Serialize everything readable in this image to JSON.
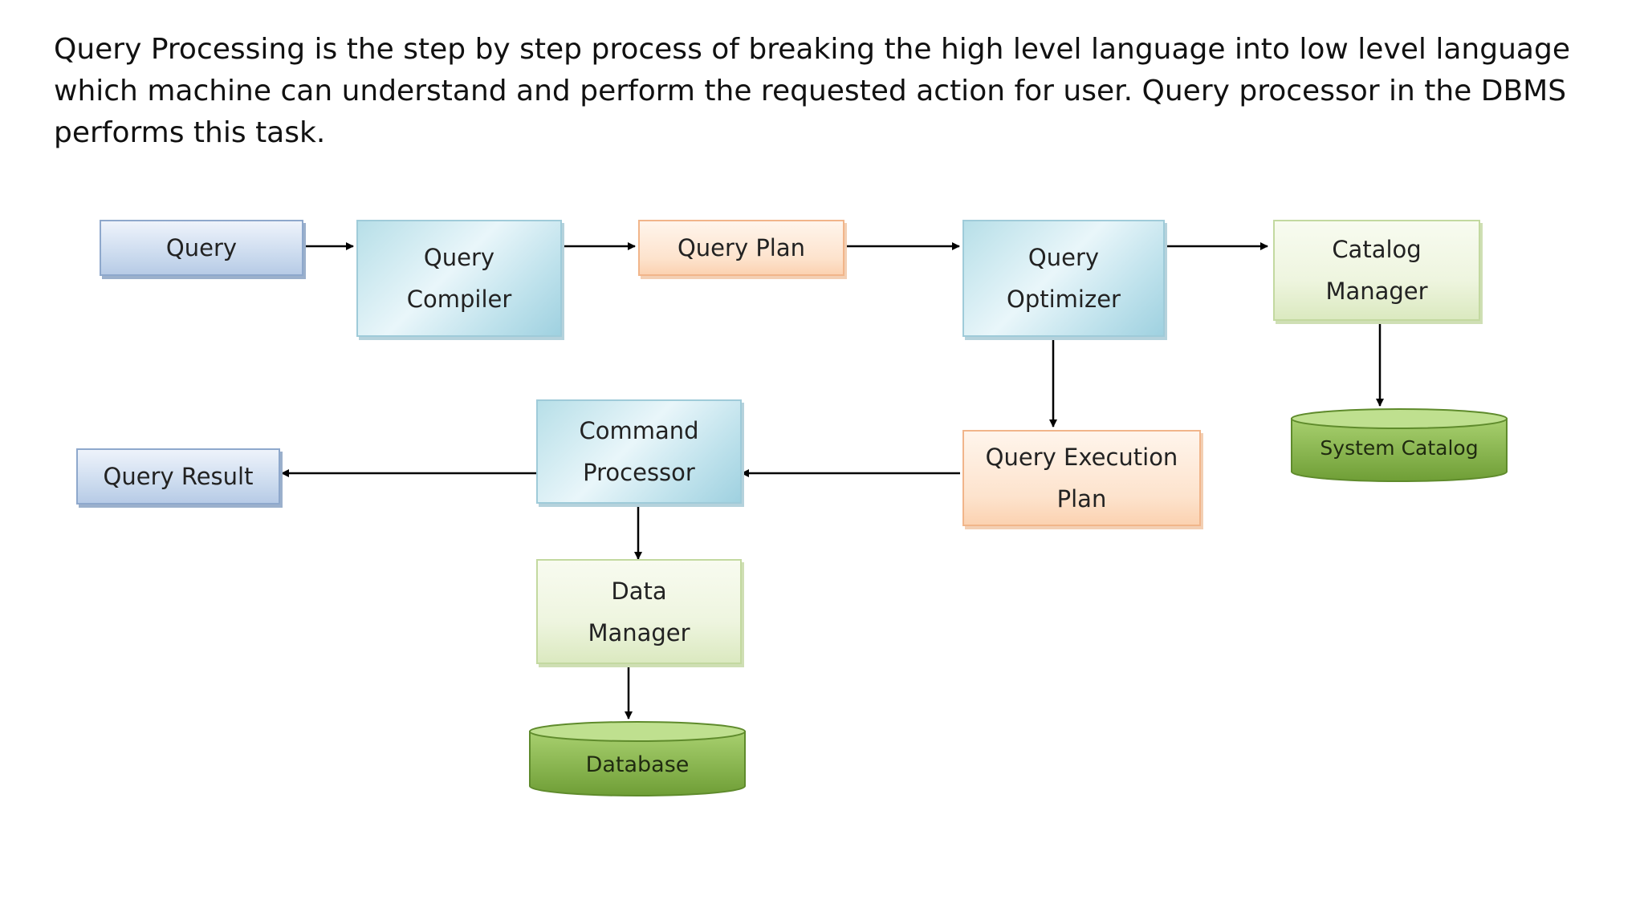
{
  "intro_text": "Query Processing is the step by step process of breaking the high level language into low level language which machine can understand and perform the requested action for user. Query processor in the DBMS performs this task.",
  "nodes": {
    "query": "Query",
    "query_compiler": "Query\nCompiler",
    "query_plan": "Query Plan",
    "query_optimizer": "Query\nOptimizer",
    "catalog_manager": "Catalog\nManager",
    "system_catalog": "System Catalog",
    "query_execution_plan": "Query Execution\nPlan",
    "command_processor": "Command\nProcessor",
    "query_result": "Query Result",
    "data_manager": "Data\nManager",
    "database": "Database"
  },
  "colors": {
    "arrow": "#000000",
    "cylinder_top": "#8fbe5a",
    "cylinder_body": "#7aa83f"
  }
}
